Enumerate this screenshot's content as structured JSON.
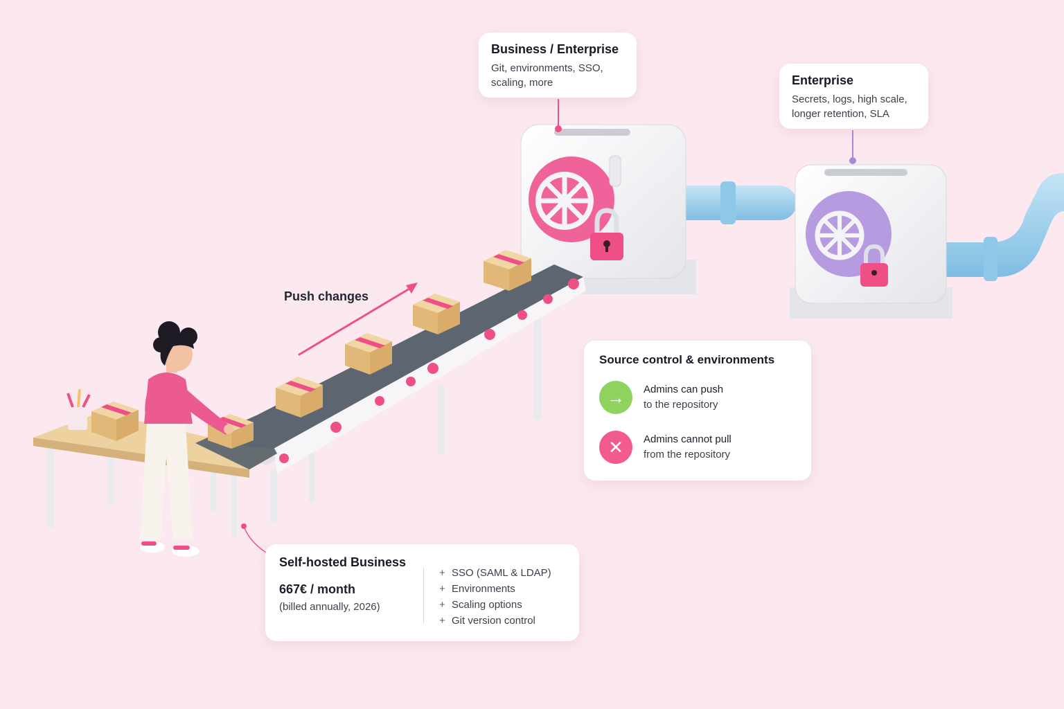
{
  "labels": {
    "push_changes": "Push changes"
  },
  "cards": {
    "business_enterprise": {
      "title": "Business / Enterprise",
      "desc_line1": "Git, environments, SSO,",
      "desc_line2": "scaling, more"
    },
    "enterprise": {
      "title": "Enterprise",
      "desc_line1": "Secrets, logs, high scale,",
      "desc_line2": "longer retention, SLA"
    },
    "source_control": {
      "title": "Source control & environments",
      "rows": [
        {
          "icon": "arrow-right-icon",
          "glyph": "→",
          "line1": "Admins can push",
          "line2": "to the repository"
        },
        {
          "icon": "x-icon",
          "glyph": "✕",
          "line1": "Admins cannot pull",
          "line2": "from the repository"
        }
      ]
    },
    "self_hosted": {
      "title": "Self-hosted Business",
      "price": "667€ / month",
      "billing": "(billed annually, 2026)",
      "features": [
        "SSO (SAML & LDAP)",
        "Environments",
        "Scaling options",
        "Git version control"
      ]
    }
  },
  "colors": {
    "background": "#fbe9ef",
    "accent_pink": "#ee4f86",
    "vault_pink": "#f0639a",
    "vault_purple": "#b79be0",
    "pipe_blue": "#9ed0ec",
    "belt_dark": "#5d6670",
    "box_tan": "#e9c58b",
    "ok_green": "#8fd35e",
    "no_pink": "#f25c8d"
  }
}
